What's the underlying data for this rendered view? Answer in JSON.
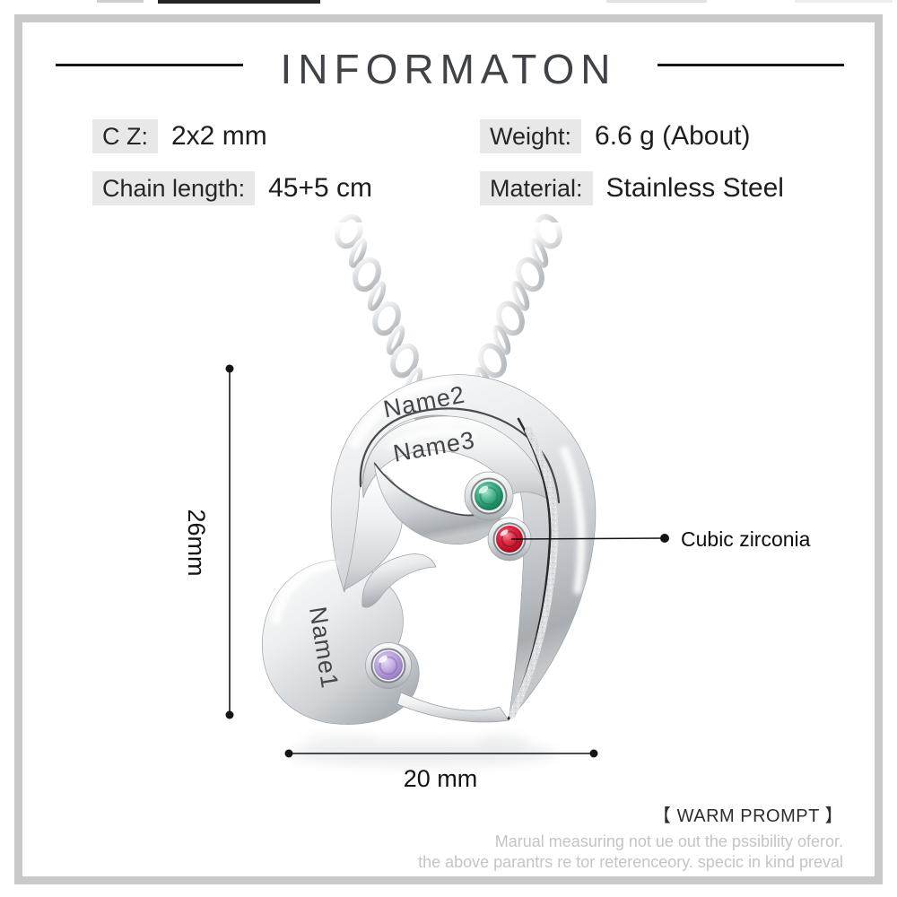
{
  "page": {
    "background": "#ffffff",
    "frame_border_color": "#c9c9c9",
    "accent_dark": "#141414"
  },
  "header": {
    "title": "INFORMATON"
  },
  "specs": {
    "label_bg": "#e8e8e8",
    "cz": {
      "label": "C Z:",
      "value": "2x2 mm"
    },
    "weight": {
      "label": "Weight:",
      "value": "6.6 g (About)"
    },
    "chain_length": {
      "label": "Chain length:",
      "value": "45+5 cm"
    },
    "material": {
      "label": "Material:",
      "value": "Stainless Steel"
    }
  },
  "pendant": {
    "engravings": {
      "top": "Name2",
      "middle": "Name3",
      "bottom": "Name1"
    },
    "callout": {
      "label": "Cubic zirconia"
    },
    "stone_colors": {
      "green": "#2f9e78",
      "red": "#c4112a",
      "purple": "#ab92d4"
    },
    "metal_color": "#d8dbde"
  },
  "dimensions": {
    "height": "26mm",
    "width": "20 mm"
  },
  "footer": {
    "warm_prompt": "【 WARM PROMPT 】",
    "note_line1": "Marual measuring not ue out the pssibility oferor.",
    "note_line2": "the above parantrs re tor reterenceory. specic in kind preval",
    "note_color": "#c4c4c4"
  }
}
